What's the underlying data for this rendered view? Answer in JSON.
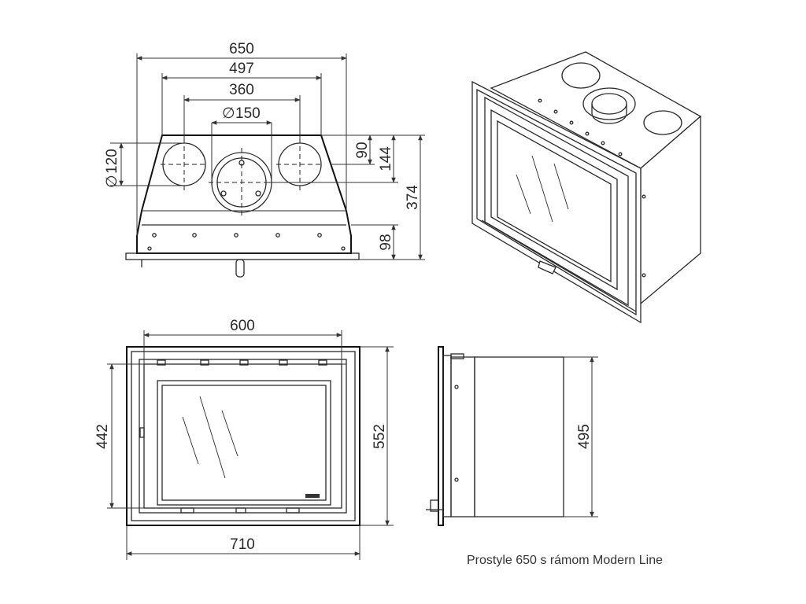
{
  "caption": "Prostyle 650 s rámom Modern Line",
  "top_view": {
    "dim_overall_width": "650",
    "dim_collar_spacing": "497",
    "dim_outlet_spacing": "360",
    "dim_center_outlet": "150",
    "dim_side_outlet": "120",
    "dim_offset_small": "90",
    "dim_offset_large": "144",
    "dim_depth": "374",
    "dim_front_depth": "98"
  },
  "front_view": {
    "dim_inner_width": "600",
    "dim_frame_width": "710",
    "dim_inner_height": "442",
    "dim_frame_height": "552"
  },
  "side_view": {
    "dim_height": "495"
  },
  "symbols": {
    "diameter": "∅"
  }
}
